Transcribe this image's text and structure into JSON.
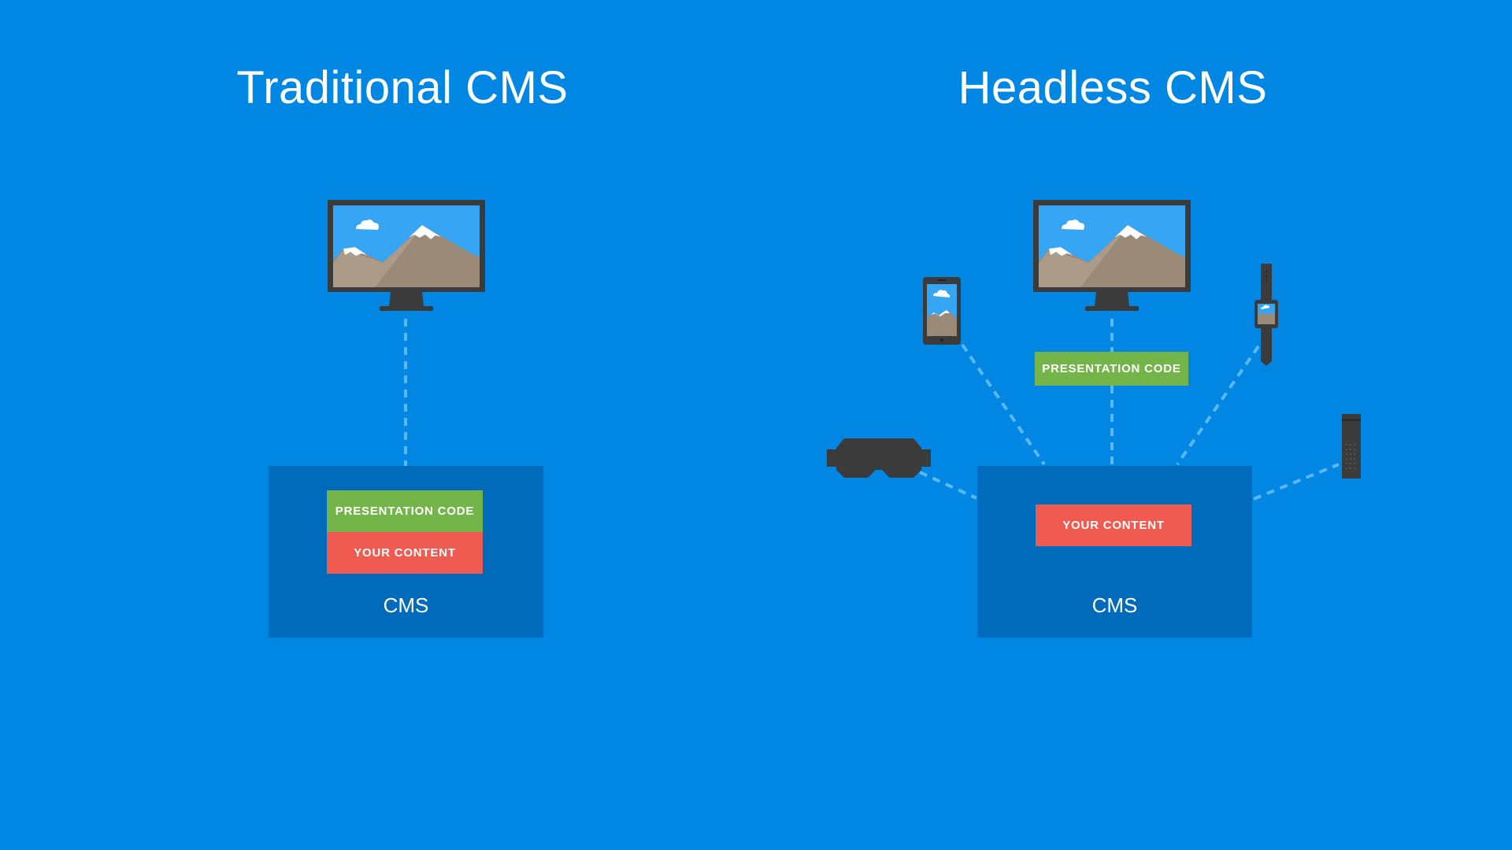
{
  "titles": {
    "traditional": "Traditional CMS",
    "headless": "Headless CMS"
  },
  "traditional": {
    "presentation_label": "PRESENTATION CODE",
    "content_label": "YOUR CONTENT",
    "cms_label": "CMS"
  },
  "headless": {
    "presentation_label": "PRESENTATION CODE",
    "content_label": "YOUR CONTENT",
    "cms_label": "CMS"
  },
  "devices": [
    "monitor-icon",
    "monitor-icon",
    "smartphone-icon",
    "smartwatch-icon",
    "vr-headset-icon",
    "media-player-icon"
  ],
  "colors": {
    "background": "#0087e4",
    "cms_box": "#006bba",
    "presentation": "#74b54a",
    "content": "#ef5b50",
    "device_dark": "#3b3b3b",
    "screen_sky": "#36a5f4",
    "mountain": "#9c8a78",
    "connector": "#5cb8f4"
  }
}
